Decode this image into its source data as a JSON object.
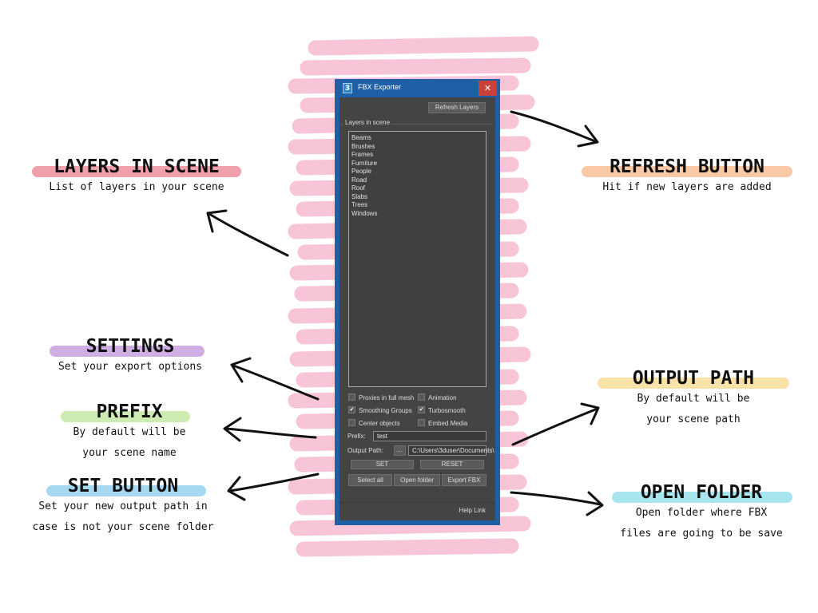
{
  "window": {
    "title": "FBX Exporter",
    "icon_glyph": "3",
    "close_glyph": "✕"
  },
  "refresh_label": "Refresh Layers",
  "layers_group_label": "Layers in scene",
  "layers": [
    "Beams",
    "Brushes",
    "Frames",
    "Furniture",
    "People",
    "Road",
    "Roof",
    "Slabs",
    "Trees",
    "Windows"
  ],
  "options": {
    "proxies": {
      "label": "Proxies in full mesh",
      "checked": false
    },
    "animation": {
      "label": "Animation",
      "checked": false
    },
    "smoothing": {
      "label": "Smoothing Groups",
      "checked": true
    },
    "turbosmooth": {
      "label": "Turbosmooth",
      "checked": true
    },
    "center": {
      "label": "Center objects",
      "checked": false
    },
    "embed": {
      "label": "Embed Media",
      "checked": false
    }
  },
  "prefix": {
    "label": "Prefix:",
    "value": "test"
  },
  "output": {
    "label": "Output Path:",
    "browse_label": "...",
    "value": "C:\\Users\\3duser\\Documents\\"
  },
  "buttons": {
    "set": "SET",
    "reset": "RESET",
    "select_all": "Select all",
    "open_folder": "Open folder",
    "export": "Export FBX"
  },
  "help_link": "Help Link",
  "annotations": {
    "layers": {
      "heading": "LAYERS IN SCENE",
      "desc1": "List of layers in your scene",
      "color": "#f0a0aa"
    },
    "refresh": {
      "heading": "REFRESH BUTTON",
      "desc1": "Hit if new layers are added",
      "color": "#f9c9a6"
    },
    "settings": {
      "heading": "SETTINGS",
      "desc1": "Set your export options",
      "color": "#cfaee3"
    },
    "prefix": {
      "heading": "PREFIX",
      "desc1": "By default will be",
      "desc2": "your scene name",
      "color": "#cdecb1"
    },
    "setbtn": {
      "heading": "SET BUTTON",
      "desc1": "Set your new output path in",
      "desc2": "case is not your scene folder",
      "color": "#a7d8f2"
    },
    "output": {
      "heading": "OUTPUT PATH",
      "desc1": "By default will be",
      "desc2": "your scene path",
      "color": "#f9e2a7"
    },
    "openfolder": {
      "heading": "OPEN FOLDER",
      "desc1": "Open folder where FBX",
      "desc2": "files are going to be save",
      "color": "#a7e6ee"
    }
  },
  "colors": {
    "scribble": "#f7b8cf",
    "window_blue": "#1f5fa5",
    "panel": "#444444"
  }
}
